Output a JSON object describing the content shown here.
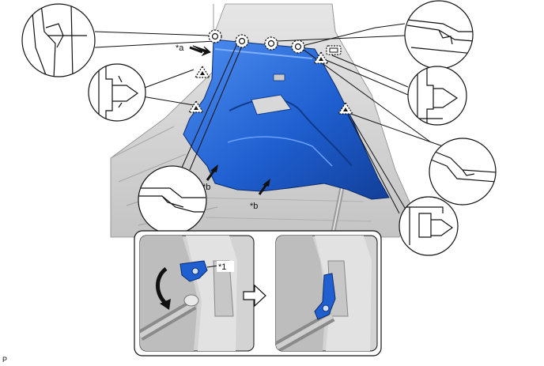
{
  "labels": {
    "a": "*a",
    "b1": "*b",
    "b2": "*b",
    "one": "*1"
  },
  "corner_mark": "P",
  "colors": {
    "panel_blue": "#1f5fd0",
    "panel_blue_light": "#4f8ff0",
    "panel_blue_dark": "#123f99",
    "body_gray": "#d4d4d4",
    "body_gray_dark": "#9a9a9a",
    "line": "#111111"
  },
  "icons": {
    "clip_marker": "dashed-circle-icon",
    "claw_marker": "dashed-triangle-icon",
    "pin_marker": "dashed-rectangle-icon",
    "direction_arrow": "arrow-icon",
    "step_arrow": "right-arrow-icon"
  }
}
